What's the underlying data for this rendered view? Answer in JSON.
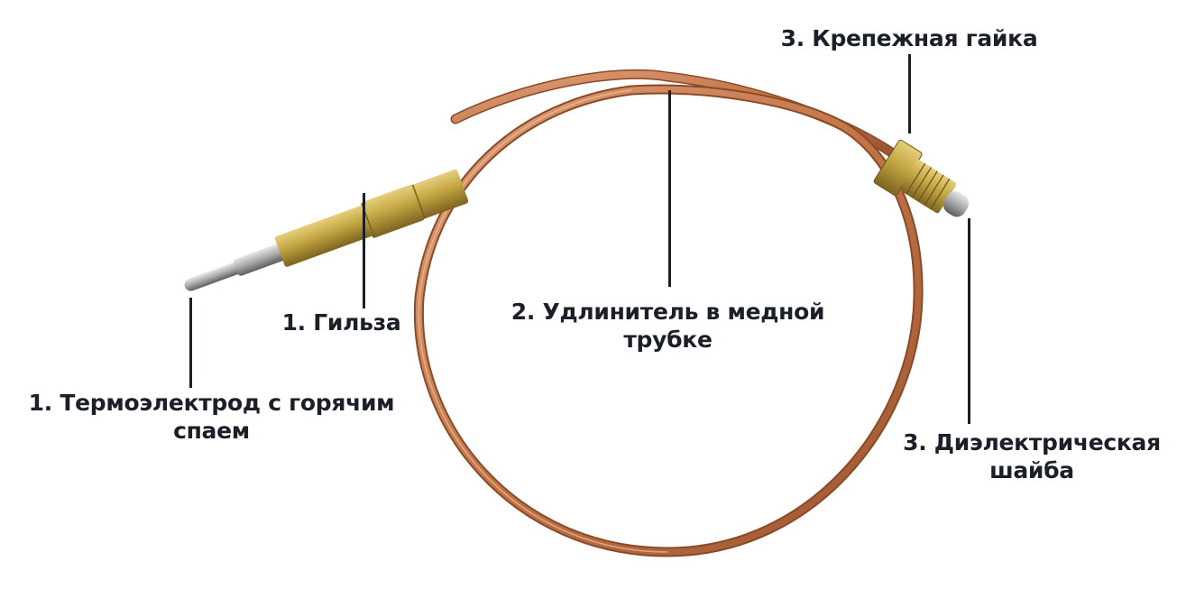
{
  "diagram": {
    "subject": "thermocouple",
    "colors": {
      "text": "#1b1f27",
      "copper": "#c9784a",
      "copper_dark": "#9a5530",
      "brass": "#b89a3a",
      "steel": "#a8a8a8",
      "background": "#ffffff"
    },
    "labels": {
      "sleeve": {
        "line1": "1. Гильза"
      },
      "thermoelectrode": {
        "line1": "1. Термоэлектрод с горячим",
        "line2": "спаем"
      },
      "copper_extension": {
        "line1": "2. Удлинитель в медной",
        "line2": "трубке"
      },
      "mounting_nut": {
        "line1": "3. Крепежная гайка"
      },
      "dielectric_washer": {
        "line1": "3. Диэлектрическая",
        "line2": "шайба"
      }
    }
  }
}
